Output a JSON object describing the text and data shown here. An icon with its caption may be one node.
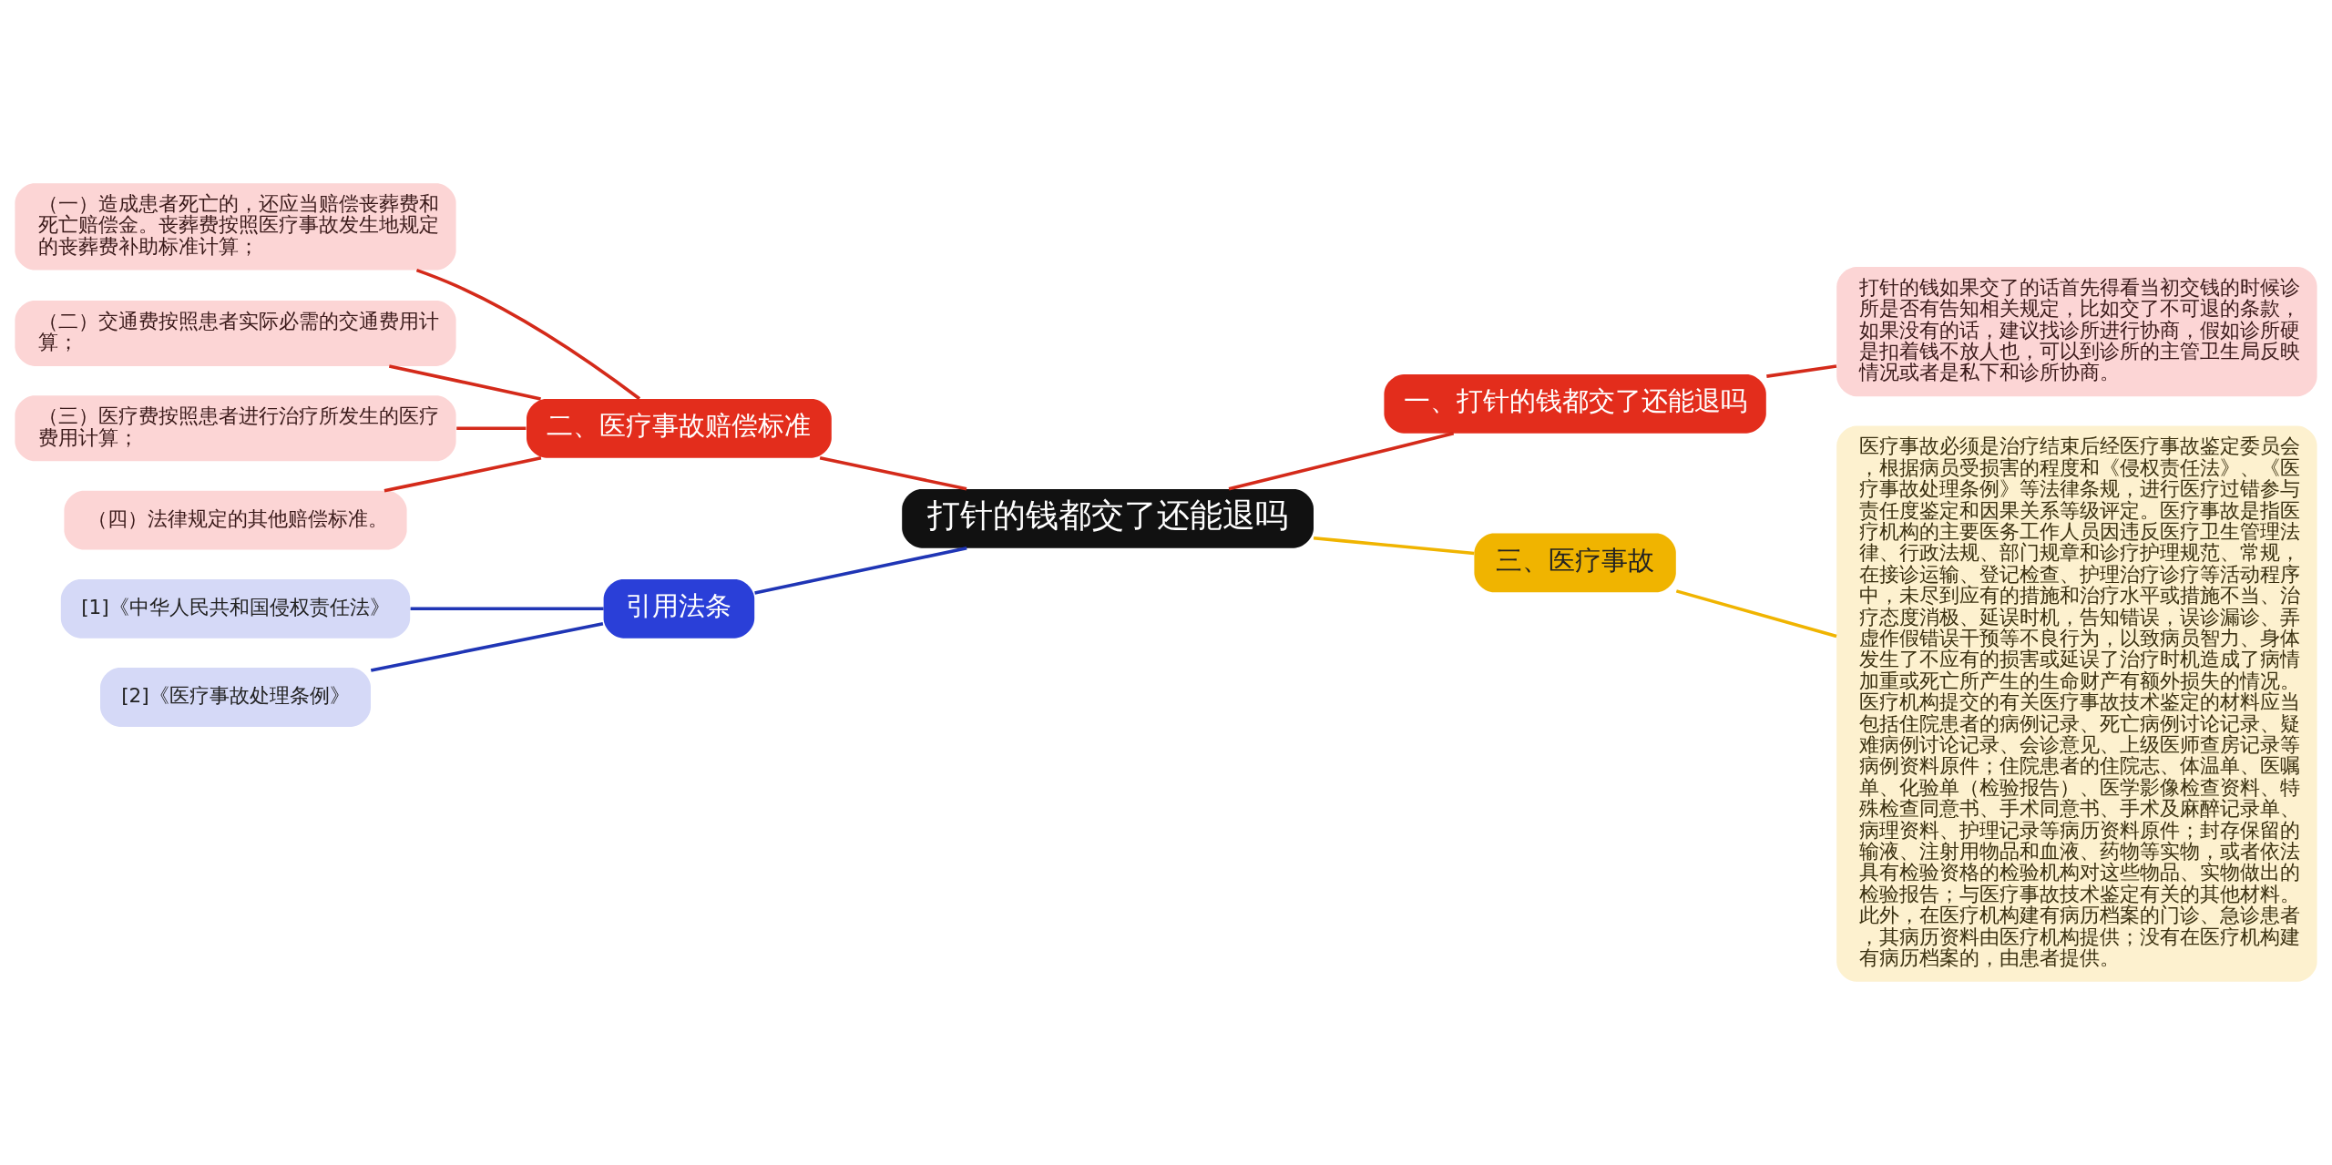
{
  "diagram": {
    "nodes": [
      {
        "text": [
          "打针的钱都交了还能退吗"
        ]
      },
      {
        "text": [
          "一、打针的钱都交了还能退吗"
        ]
      },
      {
        "text": [
          "打针的钱如果交了的话首先得看当初交钱的时候诊所是否有告知相关规定，比如交了不可退的条款，如果没有的话，建议找诊所进行协商，假如诊所硬是扣着钱不放人也，可以到诊所的主管卫生局反映情况或者是私下和诊所协商。"
        ]
      },
      {
        "text": [
          "三、医疗事故"
        ]
      },
      {
        "text": [
          "医疗事故必须是治疗结束后经医疗事故鉴定委员会，根据病员受损害的程度和《侵权责任法》、《医疗事故处理条例》等法律条规，进行医疗过错参与责任度鉴定和因果关系等级评定。医疗事故是指医疗机构的主要医务工作人员因违反医疗卫生管理法律、行政法规、部门规章和诊疗护理规范、常规，在接诊运输、登记检查、护理治疗诊疗等活动程序中，未尽到应有的措施和治疗水平或措施不当、治疗态度消极、延误时机，告知错误，误诊漏诊、弄虚作假错误干预等不良行为，以致病员智力、身体发生了不应有的损害或延误了治疗时机造成了病情加重或死亡所产生的生命财产有额外损失的情况。医疗机构提交的有关医疗事故技术鉴定的材料应当包括住院患者的病例记录、死亡病例讨论记录、疑难病例讨论记录、会诊意见、上级医师查房记录等病例资料原件；住院患者的住院志、体温单、医嘱单、化验单（检验报告）、医学影像检查资料、特殊检查同意书、手术同意书、手术及麻醉记录单、病理资料、护理记录等病历资料原件；封存保留的输液、注射用物品和血液、药物等实物，或者依法具有检验资格的检验机构对这些物品、实物做出的检验报告；与医疗事故技术鉴定有关的其他材料。此外，在医疗机构建有病历档案的门诊、急诊患者，其病历资料由医疗机构提供；没有在医疗机构建有病历档案的，由患者提供。"
        ]
      },
      {
        "text": [
          "二、医疗事故赔偿标准"
        ]
      },
      {
        "text": [
          "（一）造成患者死亡的，还应当赔偿丧葬费和死亡赔偿金。丧葬费按照医疗事故发生地规定的丧葬费补助标准计算；"
        ]
      },
      {
        "text": [
          "（二）交通费按照患者实际必需的交通费用计算；"
        ]
      },
      {
        "text": [
          "（三）医疗费按照患者进行治疗所发生的医疗费用计算；"
        ]
      },
      {
        "text": [
          "（四）法律规定的其他赔偿标准。"
        ]
      },
      {
        "text": [
          "引用法条"
        ]
      },
      {
        "text": [
          "[1]《中华人民共和国侵权责任法》"
        ]
      },
      {
        "text": [
          "[2]《医疗事故处理条例》"
        ]
      }
    ],
    "edges": [
      {
        "from": 0,
        "to": 1,
        "arrow": "none"
      },
      {
        "from": 1,
        "to": 2,
        "arrow": "none"
      },
      {
        "from": 0,
        "to": 3,
        "arrow": "none",
        "color": "#f0b400"
      },
      {
        "from": 3,
        "to": 4,
        "arrow": "none",
        "color": "#f0b400"
      },
      {
        "from": 0,
        "to": 5,
        "arrow": "none"
      },
      {
        "from": 5,
        "to": 6,
        "arrow": "none"
      },
      {
        "from": 5,
        "to": 7,
        "arrow": "none"
      },
      {
        "from": 5,
        "to": 8,
        "arrow": "none"
      },
      {
        "from": 5,
        "to": 9,
        "arrow": "none"
      },
      {
        "from": 0,
        "to": 10,
        "arrow": "none",
        "color": "#1f35b5"
      },
      {
        "from": 10,
        "to": 11,
        "arrow": "none",
        "color": "#1f35b5"
      },
      {
        "from": 10,
        "to": 12,
        "arrow": "none",
        "color": "#1f35b5"
      }
    ]
  }
}
